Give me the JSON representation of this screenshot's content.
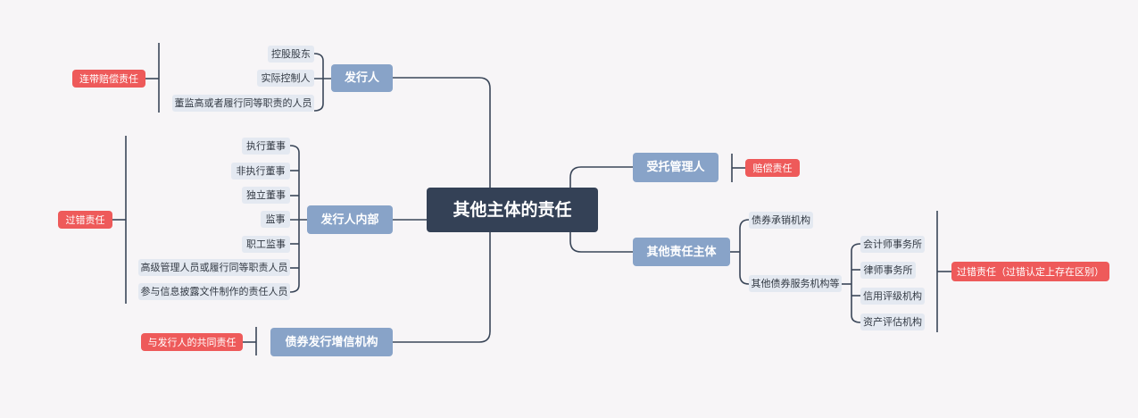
{
  "root": {
    "label": "其他主体的责任"
  },
  "issuer": {
    "label": "发行人",
    "children": [
      "控股股东",
      "实际控制人",
      "董监高或者履行同等职责的人员"
    ],
    "liability": "连带赔偿责任"
  },
  "issuer_internal": {
    "label": "发行人内部",
    "children": [
      "执行董事",
      "非执行董事",
      "独立董事",
      "监事",
      "职工监事",
      "高级管理人员或履行同等职责人员",
      "参与信息披露文件制作的责任人员"
    ],
    "liability": "过错责任"
  },
  "credit_enhancer": {
    "label": "债券发行增信机构",
    "liability": "与发行人的共同责任"
  },
  "trustee": {
    "label": "受托管理人",
    "liability": "赔偿责任"
  },
  "other_parties": {
    "label": "其他责任主体",
    "underwriter": "债券承销机构",
    "service_group": {
      "label": "其他债券服务机构等",
      "children": [
        "会计师事务所",
        "律师事务所",
        "信用评级机构",
        "资产评估机构"
      ],
      "liability": "过错责任（过错认定上存在区别）"
    }
  },
  "colors": {
    "root": "#344156",
    "branch": "#88a3c8",
    "leaf": "#e4e9f1",
    "tag": "#ee5a5a",
    "line": "#3a4658",
    "background": "#f7f5f7"
  }
}
